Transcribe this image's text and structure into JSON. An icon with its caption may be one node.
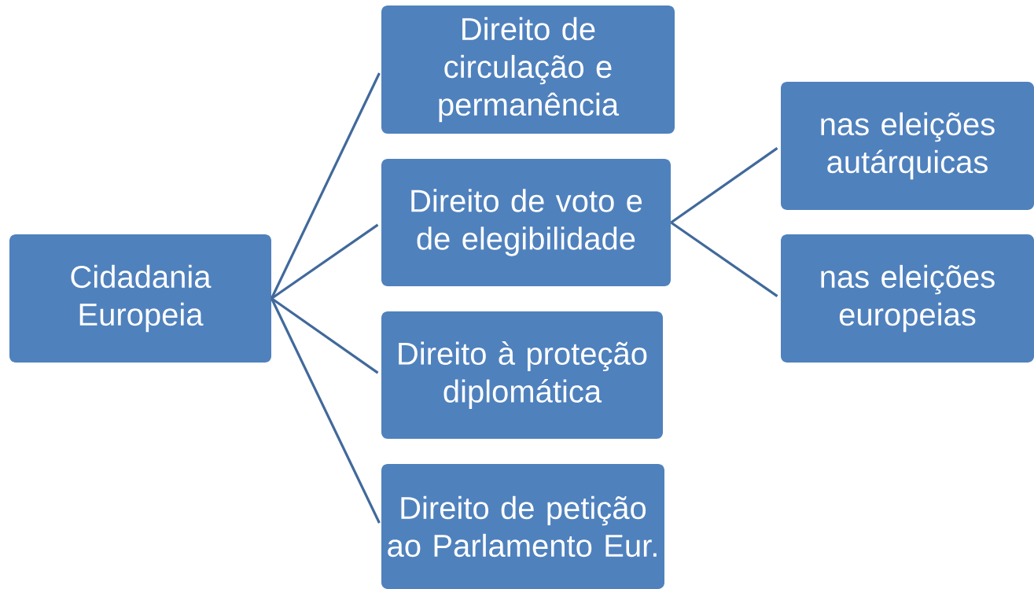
{
  "diagram": {
    "nodes": [
      {
        "text": [
          "Cidadania Europeia"
        ]
      },
      {
        "text": [
          "Direito de circulação e permanência"
        ]
      },
      {
        "text": [
          "Direito de voto e de elegibilidade"
        ]
      },
      {
        "text": [
          "Direito à proteção diplomática"
        ]
      },
      {
        "text": [
          "Direito de petição ao Parlamento Eur."
        ]
      },
      {
        "text": [
          "nas eleições autárquicas"
        ]
      },
      {
        "text": [
          "nas eleições europeias"
        ]
      }
    ],
    "edges": [
      {
        "from": 0,
        "to": 1,
        "arrow": "none"
      },
      {
        "from": 0,
        "to": 2,
        "arrow": "none"
      },
      {
        "from": 0,
        "to": 3,
        "arrow": "none"
      },
      {
        "from": 0,
        "to": 4,
        "arrow": "none"
      },
      {
        "from": 2,
        "to": 5,
        "arrow": "none"
      },
      {
        "from": 2,
        "to": 6,
        "arrow": "none"
      }
    ]
  }
}
